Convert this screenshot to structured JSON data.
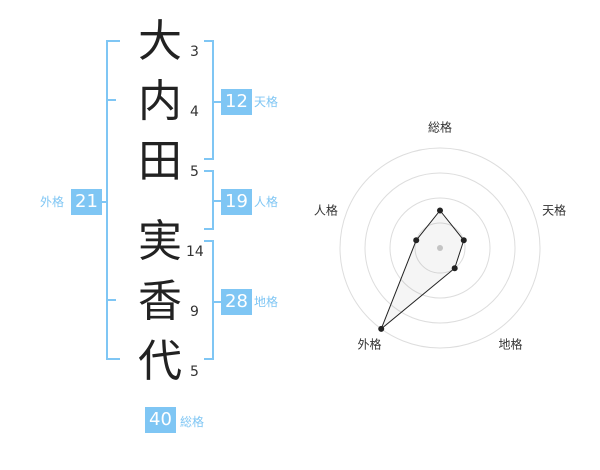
{
  "colors": {
    "accent": "#7fc6f4",
    "text": "#222222"
  },
  "name": {
    "chars": [
      {
        "char": "大",
        "strokes": "3"
      },
      {
        "char": "内",
        "strokes": "4"
      },
      {
        "char": "田",
        "strokes": "5"
      },
      {
        "char": "実",
        "strokes": "14"
      },
      {
        "char": "香",
        "strokes": "9"
      },
      {
        "char": "代",
        "strokes": "5"
      }
    ]
  },
  "fortunes": {
    "tenkaku": {
      "value": "12",
      "label": "天格"
    },
    "jinkaku": {
      "value": "19",
      "label": "人格"
    },
    "chikaku": {
      "value": "28",
      "label": "地格"
    },
    "gaikaku": {
      "value": "21",
      "label": "外格"
    },
    "soukaku": {
      "value": "40",
      "label": "総格"
    }
  },
  "chart_data": {
    "type": "radar",
    "axes": [
      "総格",
      "天格",
      "地格",
      "外格",
      "人格"
    ],
    "rings": 4,
    "max": 4,
    "values": [
      1.5,
      1.0,
      1.0,
      4.0,
      1.0
    ]
  }
}
